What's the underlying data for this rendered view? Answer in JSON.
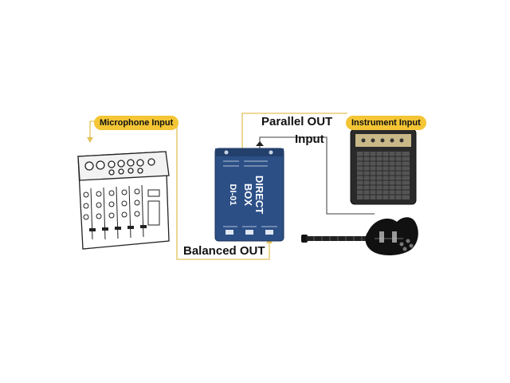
{
  "labels": {
    "microphone_input": "Microphone Input",
    "instrument_input": "Instrument Input",
    "parallel_out": "Parallel OUT",
    "input": "Input",
    "balanced_out": "Balanced OUT"
  },
  "direct_box": {
    "line1": "DIRECT",
    "line2": "BOX",
    "model": "DI-01"
  },
  "colors": {
    "cable": "#e2c25a",
    "cable_dark": "#555555",
    "pill": "#f4c534",
    "box_body": "#2c4f86",
    "guitar": "#111111"
  }
}
